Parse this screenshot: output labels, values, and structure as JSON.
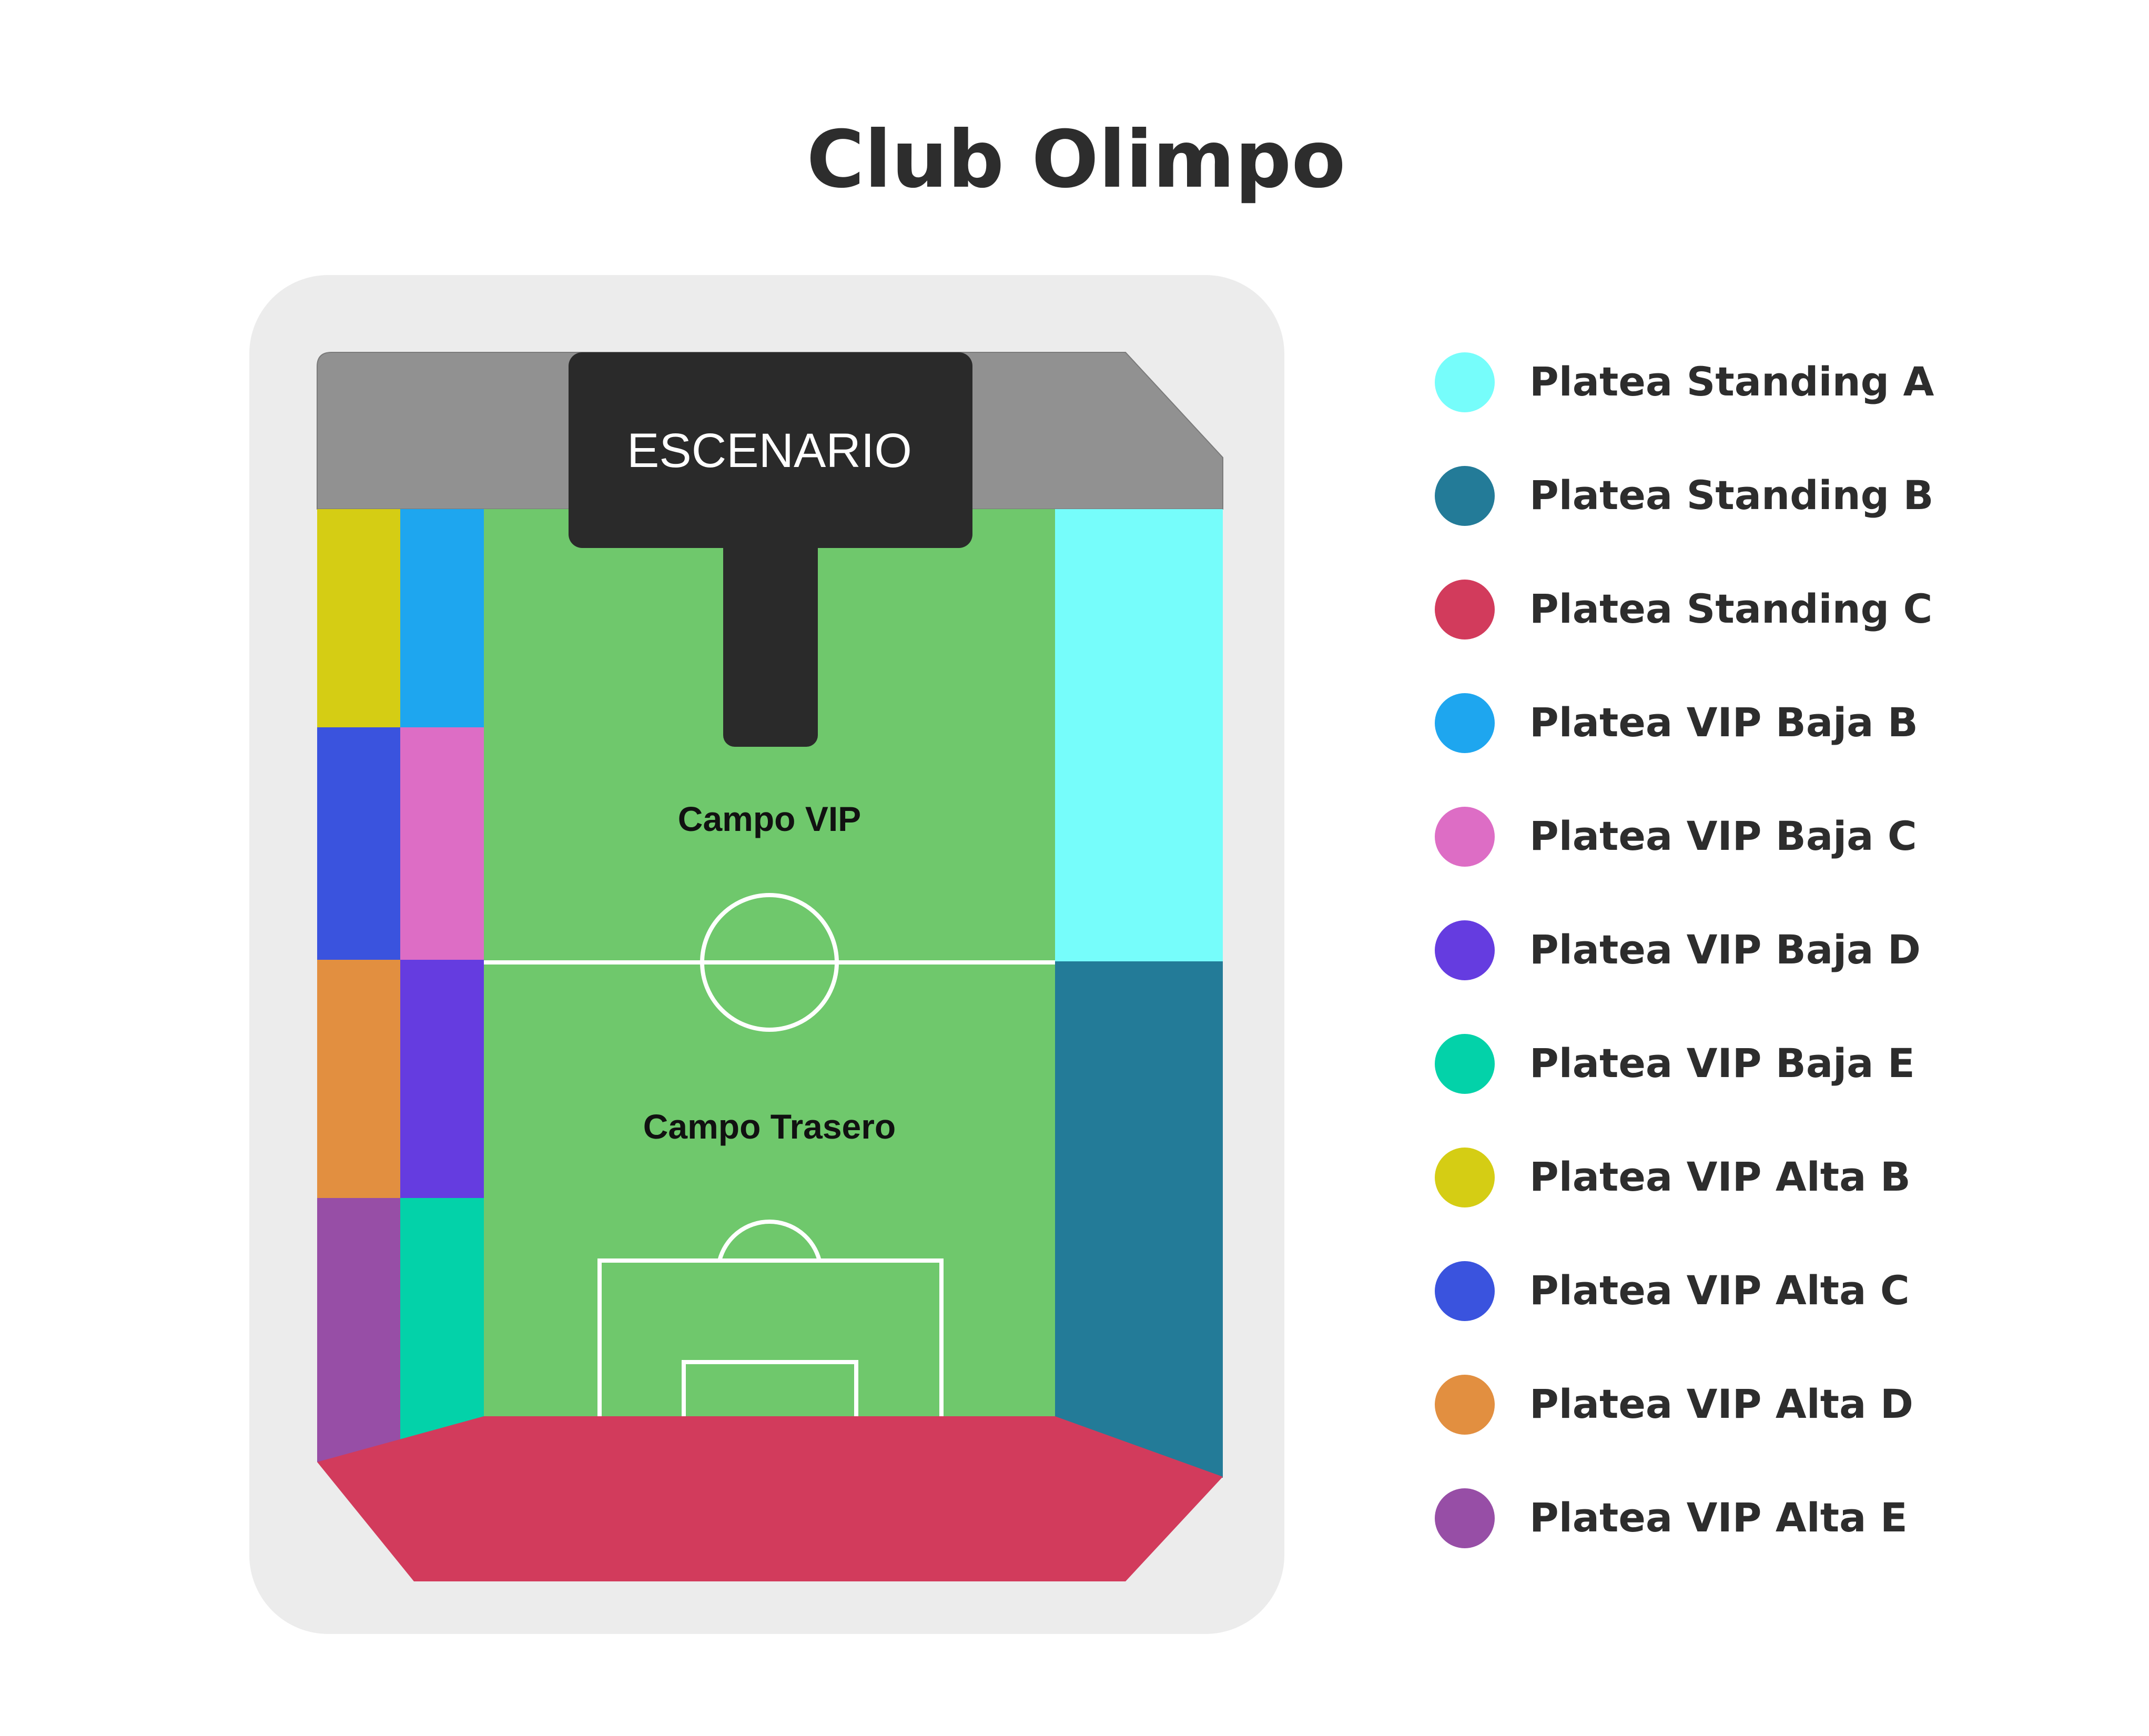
{
  "title": "Club Olimpo",
  "stage": {
    "label": "ESCENARIO",
    "color": "#2a2a2a"
  },
  "fields": [
    {
      "id": "campo-vip",
      "label": "Campo VIP"
    },
    {
      "id": "campo-trasero",
      "label": "Campo Trasero"
    }
  ],
  "colors": {
    "background_panel": "#ececec",
    "field_green": "#6fc86c",
    "top_bar": "#919191",
    "pitch_lines": "#ffffff"
  },
  "legend": [
    {
      "id": "platea-standing-a",
      "label": "Platea Standing A",
      "color": "#76fdfb"
    },
    {
      "id": "platea-standing-b",
      "label": "Platea Standing B",
      "color": "#237b98"
    },
    {
      "id": "platea-standing-c",
      "label": "Platea Standing C",
      "color": "#d23b5c"
    },
    {
      "id": "platea-vip-baja-b",
      "label": "Platea VIP Baja B",
      "color": "#1ea6ef"
    },
    {
      "id": "platea-vip-baja-c",
      "label": "Platea VIP Baja C",
      "color": "#dd6dc5"
    },
    {
      "id": "platea-vip-baja-d",
      "label": "Platea VIP Baja D",
      "color": "#653ce0"
    },
    {
      "id": "platea-vip-baja-e",
      "label": "Platea VIP Baja E",
      "color": "#03d2a9"
    },
    {
      "id": "platea-vip-alta-b",
      "label": "Platea VIP Alta B",
      "color": "#d5cd14"
    },
    {
      "id": "platea-vip-alta-c",
      "label": "Platea VIP Alta C",
      "color": "#3a53de"
    },
    {
      "id": "platea-vip-alta-d",
      "label": "Platea VIP Alta D",
      "color": "#e28f40"
    },
    {
      "id": "platea-vip-alta-e",
      "label": "Platea VIP Alta E",
      "color": "#974ea6"
    }
  ]
}
